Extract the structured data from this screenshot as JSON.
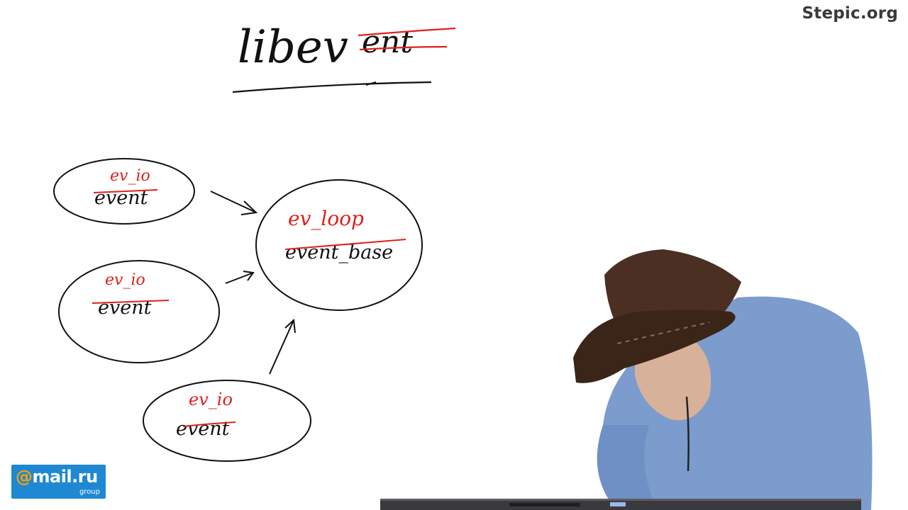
{
  "brand": {
    "text": "Stepic.org"
  },
  "logo": {
    "at": "@",
    "name": "mail.ru",
    "group": "group"
  },
  "whiteboard": {
    "title": "libevent",
    "title_kept": "libev",
    "title_struck": "ent",
    "loop_label_new": "ev_loop",
    "loop_label_old": "event_base",
    "nodes": [
      {
        "label_new": "ev_io",
        "label_old": "event"
      },
      {
        "label_new": "ev_io",
        "label_old": "event"
      },
      {
        "label_new": "ev_io",
        "label_old": "event"
      }
    ]
  },
  "colors": {
    "ink": "#111111",
    "correction": "#e0201c",
    "brand_text": "#3a3a3a",
    "logo_bg": "#1e88d2",
    "logo_accent": "#ff9e00"
  }
}
